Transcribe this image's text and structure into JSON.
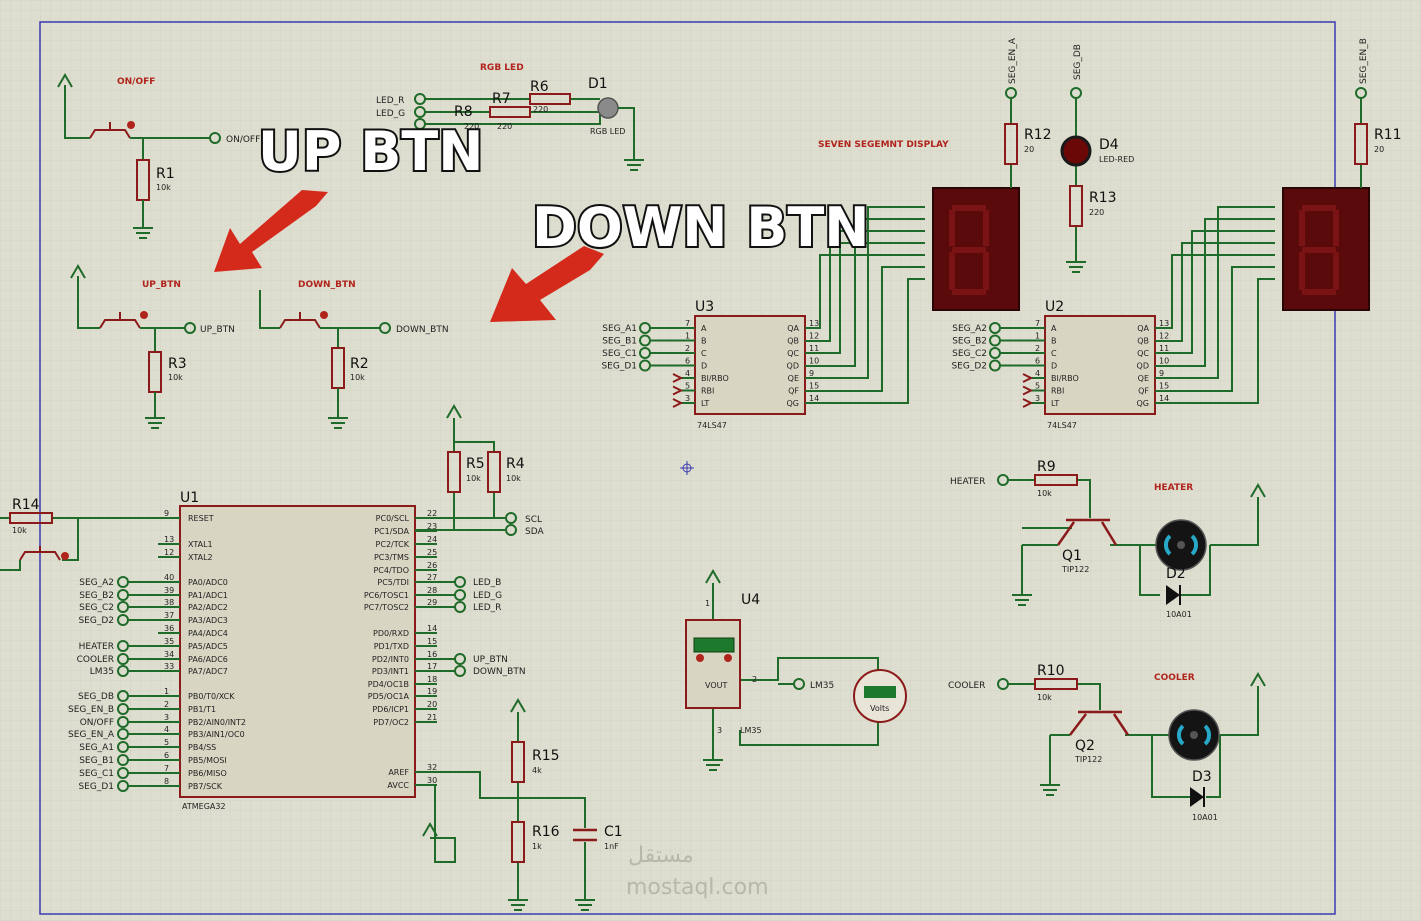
{
  "overlay": {
    "up_btn": "UP BTN",
    "down_btn": "DOWN BTN",
    "watermark_ar": "مستقل",
    "watermark_en": "mostaql.com"
  },
  "titles": {
    "onoff": "ON/OFF",
    "rgb": "RGB LED",
    "up": "UP_BTN",
    "down": "DOWN_BTN",
    "seven": "SEVEN SEGEMNT DISPLAY",
    "heater": "HEATER",
    "cooler": "COOLER"
  },
  "terminals": {
    "on_off": "ON/OFF",
    "led_r": "LED_R",
    "led_g": "LED_G",
    "up_btn": "UP_BTN",
    "down_btn": "DOWN_BTN",
    "seg_en_a": "SEG_EN_A",
    "seg_db": "SEG_DB",
    "seg_en_b": "SEG_EN_B",
    "scl": "SCL",
    "sda": "SDA",
    "heater": "HEATER",
    "cooler": "COOLER",
    "lm35": "LM35"
  },
  "resistors": {
    "r1": {
      "ref": "R1",
      "val": "10k"
    },
    "r2": {
      "ref": "R2",
      "val": "10k"
    },
    "r3": {
      "ref": "R3",
      "val": "10k"
    },
    "r4": {
      "ref": "R4",
      "val": "10k"
    },
    "r5": {
      "ref": "R5",
      "val": "10k"
    },
    "r6": {
      "ref": "R6",
      "val": "220"
    },
    "r7": {
      "ref": "R7",
      "val": "220"
    },
    "r8": {
      "ref": "R8",
      "val": "220"
    },
    "r9": {
      "ref": "R9",
      "val": "10k"
    },
    "r10": {
      "ref": "R10",
      "val": "10k"
    },
    "r11": {
      "ref": "R11",
      "val": "20"
    },
    "r12": {
      "ref": "R12",
      "val": "20"
    },
    "r13": {
      "ref": "R13",
      "val": "220"
    },
    "r14": {
      "ref": "R14",
      "val": "10k"
    },
    "r15": {
      "ref": "R15",
      "val": "4k"
    },
    "r16": {
      "ref": "R16",
      "val": "1k"
    }
  },
  "parts": {
    "d1": {
      "ref": "D1",
      "val": "RGB LED"
    },
    "d2": {
      "ref": "D2",
      "val": "10A01"
    },
    "d3": {
      "ref": "D3",
      "val": "10A01"
    },
    "d4": {
      "ref": "D4",
      "val": "LED-RED"
    },
    "q1": {
      "ref": "Q1",
      "val": "TIP122"
    },
    "q2": {
      "ref": "Q2",
      "val": "TIP122"
    },
    "c1": {
      "ref": "C1",
      "val": "1nF"
    },
    "u4": {
      "ref": "U4",
      "vout": "VOUT",
      "pin1": "1",
      "pin2": "2",
      "pin3": "3",
      "lm35": "LM35"
    },
    "volts": "Volts"
  },
  "u3": {
    "ref": "U3",
    "part": "74LS47",
    "in_pins": [
      "A",
      "B",
      "C",
      "D",
      "BI/RBO",
      "RBI",
      "LT"
    ],
    "in_nums": [
      "7",
      "1",
      "2",
      "6",
      "4",
      "5",
      "3"
    ],
    "out_pins": [
      "QA",
      "QB",
      "QC",
      "QD",
      "QE",
      "QF",
      "QG"
    ],
    "out_nums": [
      "13",
      "12",
      "11",
      "10",
      "9",
      "15",
      "14"
    ],
    "nets": [
      "SEG_A1",
      "SEG_B1",
      "SEG_C1",
      "SEG_D1"
    ]
  },
  "u2": {
    "ref": "U2",
    "part": "74LS47",
    "in_pins": [
      "A",
      "B",
      "C",
      "D",
      "BI/RBO",
      "RBI",
      "LT"
    ],
    "in_nums": [
      "7",
      "1",
      "2",
      "6",
      "4",
      "5",
      "3"
    ],
    "out_pins": [
      "QA",
      "QB",
      "QC",
      "QD",
      "QE",
      "QF",
      "QG"
    ],
    "out_nums": [
      "13",
      "12",
      "11",
      "10",
      "9",
      "15",
      "14"
    ],
    "nets": [
      "SEG_A2",
      "SEG_B2",
      "SEG_C2",
      "SEG_D2"
    ]
  },
  "u1": {
    "ref": "U1",
    "part": "ATMEGA32",
    "left": [
      {
        "num": "9",
        "name": "RESET",
        "net": ""
      },
      {
        "num": "13",
        "name": "XTAL1",
        "net": ""
      },
      {
        "num": "12",
        "name": "XTAL2",
        "net": ""
      },
      {
        "num": "40",
        "name": "PA0/ADC0",
        "net": "SEG_A2"
      },
      {
        "num": "39",
        "name": "PA1/ADC1",
        "net": "SEG_B2"
      },
      {
        "num": "38",
        "name": "PA2/ADC2",
        "net": "SEG_C2"
      },
      {
        "num": "37",
        "name": "PA3/ADC3",
        "net": "SEG_D2"
      },
      {
        "num": "36",
        "name": "PA4/ADC4",
        "net": ""
      },
      {
        "num": "35",
        "name": "PA5/ADC5",
        "net": "HEATER"
      },
      {
        "num": "34",
        "name": "PA6/ADC6",
        "net": "COOLER"
      },
      {
        "num": "33",
        "name": "PA7/ADC7",
        "net": "LM35"
      },
      {
        "num": "1",
        "name": "PB0/T0/XCK",
        "net": "SEG_DB"
      },
      {
        "num": "2",
        "name": "PB1/T1",
        "net": "SEG_EN_B"
      },
      {
        "num": "3",
        "name": "PB2/AIN0/INT2",
        "net": "ON/OFF"
      },
      {
        "num": "4",
        "name": "PB3/AIN1/OC0",
        "net": "SEG_EN_A"
      },
      {
        "num": "5",
        "name": "PB4/SS",
        "net": "SEG_A1"
      },
      {
        "num": "6",
        "name": "PB5/MOSI",
        "net": "SEG_B1"
      },
      {
        "num": "7",
        "name": "PB6/MISO",
        "net": "SEG_C1"
      },
      {
        "num": "8",
        "name": "PB7/SCK",
        "net": "SEG_D1"
      }
    ],
    "right": [
      {
        "num": "22",
        "name": "PC0/SCL",
        "net": "SCL"
      },
      {
        "num": "23",
        "name": "PC1/SDA",
        "net": "SDA"
      },
      {
        "num": "24",
        "name": "PC2/TCK",
        "net": ""
      },
      {
        "num": "25",
        "name": "PC3/TMS",
        "net": ""
      },
      {
        "num": "26",
        "name": "PC4/TDO",
        "net": ""
      },
      {
        "num": "27",
        "name": "PC5/TDI",
        "net": "LED_B"
      },
      {
        "num": "28",
        "name": "PC6/TOSC1",
        "net": "LED_G"
      },
      {
        "num": "29",
        "name": "PC7/TOSC2",
        "net": "LED_R"
      },
      {
        "num": "14",
        "name": "PD0/RXD",
        "net": ""
      },
      {
        "num": "15",
        "name": "PD1/TXD",
        "net": ""
      },
      {
        "num": "16",
        "name": "PD2/INT0",
        "net": "UP_BTN"
      },
      {
        "num": "17",
        "name": "PD3/INT1",
        "net": "DOWN_BTN"
      },
      {
        "num": "18",
        "name": "PD4/OC1B",
        "net": ""
      },
      {
        "num": "19",
        "name": "PD5/OC1A",
        "net": ""
      },
      {
        "num": "20",
        "name": "PD6/ICP1",
        "net": ""
      },
      {
        "num": "21",
        "name": "PD7/OC2",
        "net": ""
      },
      {
        "num": "32",
        "name": "AREF",
        "net": ""
      },
      {
        "num": "30",
        "name": "AVCC",
        "net": ""
      }
    ]
  },
  "colors": {
    "bg": "#deded0",
    "wire": "#1f6b2a",
    "component": "#8b1a1a",
    "title": "#b0241c",
    "arrow": "#d42a1c",
    "segment": "#5a0a0a"
  }
}
